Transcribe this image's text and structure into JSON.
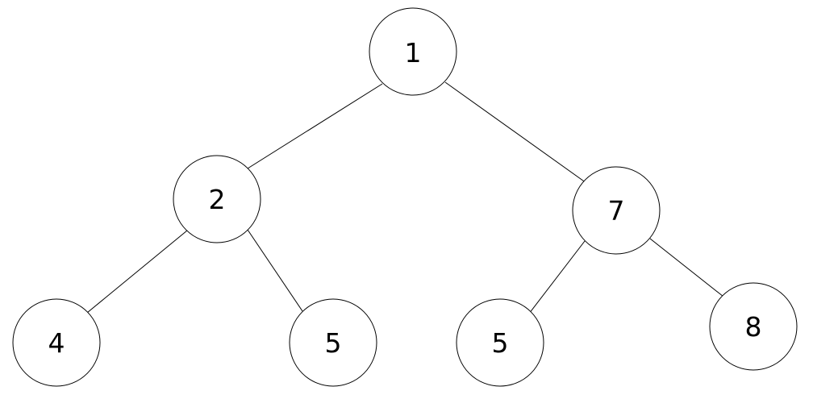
{
  "tree": {
    "nodes": [
      {
        "id": "root",
        "label": "1"
      },
      {
        "id": "left",
        "label": "2"
      },
      {
        "id": "right",
        "label": "7"
      },
      {
        "id": "left-left",
        "label": "4"
      },
      {
        "id": "left-right",
        "label": "5"
      },
      {
        "id": "right-left",
        "label": "5"
      },
      {
        "id": "right-right",
        "label": "8"
      }
    ],
    "edges": [
      {
        "from": "root",
        "to": "left"
      },
      {
        "from": "root",
        "to": "right"
      },
      {
        "from": "left",
        "to": "left-left"
      },
      {
        "from": "left",
        "to": "left-right"
      },
      {
        "from": "right",
        "to": "right-left"
      },
      {
        "from": "right",
        "to": "right-right"
      }
    ]
  },
  "colors": {
    "stroke": "#000000",
    "fill": "#ffffff",
    "background": "#ffffff"
  }
}
